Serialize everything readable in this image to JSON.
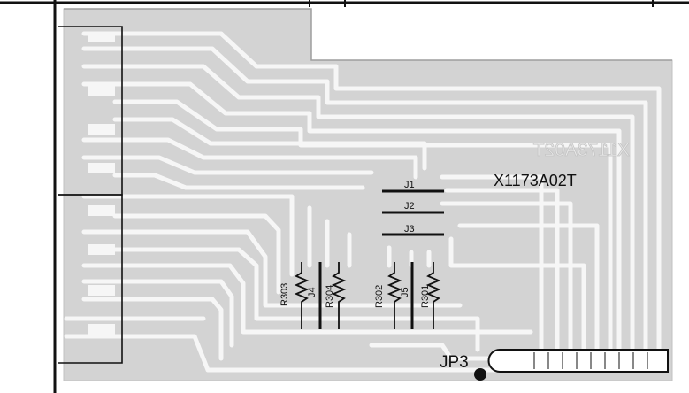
{
  "board": {
    "part_number": "X1173A02T",
    "part_number_mirrored": "X1173A02T",
    "connector_label": "JP3",
    "colors": {
      "copper": "#cfcfcf",
      "copper_edge": "#bdbdbd",
      "trace_gap": "#f4f4f4",
      "ink": "#111111",
      "paper": "#ffffff"
    }
  },
  "jumpers": [
    {
      "label": "J1"
    },
    {
      "label": "J2"
    },
    {
      "label": "J3"
    },
    {
      "label": "J4"
    },
    {
      "label": "J5"
    }
  ],
  "resistors": [
    {
      "label": "R303"
    },
    {
      "label": "R304"
    },
    {
      "label": "R302"
    },
    {
      "label": "R301"
    }
  ]
}
